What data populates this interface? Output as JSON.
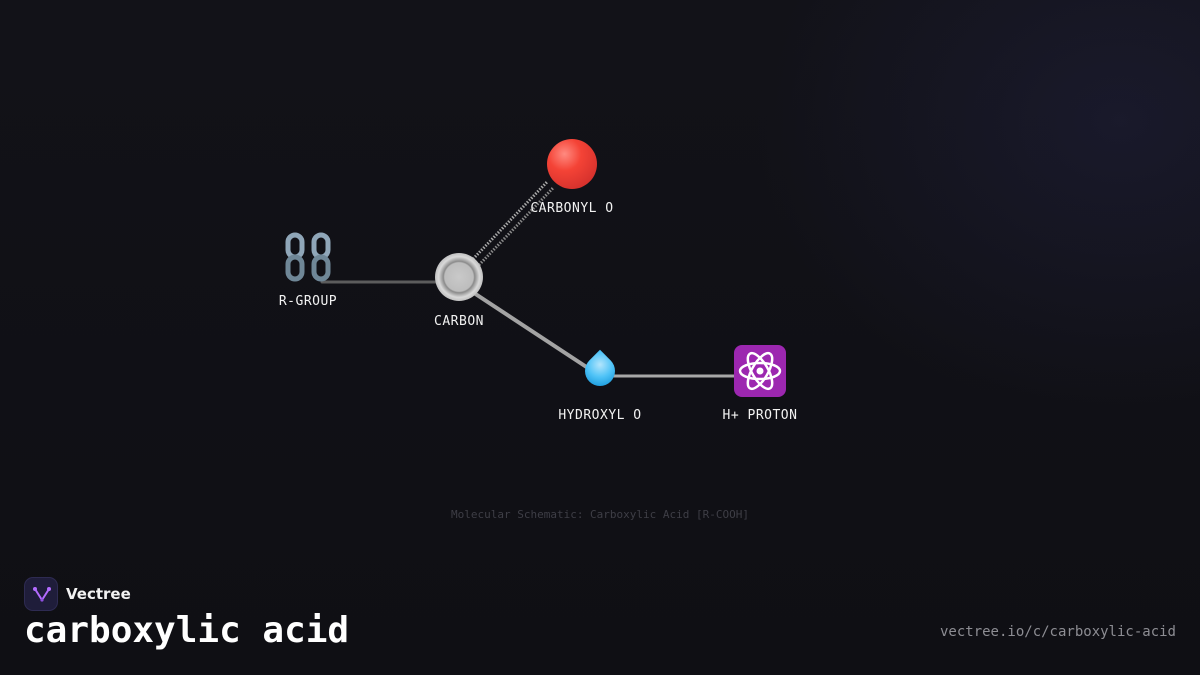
{
  "diagram": {
    "nodes": [
      {
        "id": "r_group",
        "label": "R-GROUP",
        "icon": "chain-icon"
      },
      {
        "id": "carbon",
        "label": "CARBON",
        "icon": "grey-circle-icon"
      },
      {
        "id": "carbonyl_o",
        "label": "CARBONYL O",
        "icon": "red-circle-icon"
      },
      {
        "id": "hydroxyl_o",
        "label": "HYDROXYL O",
        "icon": "droplet-icon"
      },
      {
        "id": "h_proton",
        "label": "H+ PROTON",
        "icon": "atom-icon"
      }
    ],
    "edges": [
      {
        "from": "r_group",
        "to": "carbon",
        "style": "single"
      },
      {
        "from": "carbon",
        "to": "carbonyl_o",
        "style": "double-dashed"
      },
      {
        "from": "carbon",
        "to": "hydroxyl_o",
        "style": "single"
      },
      {
        "from": "hydroxyl_o",
        "to": "h_proton",
        "style": "single"
      }
    ],
    "caption": "Molecular Schematic: Carboxylic Acid [R-COOH]"
  },
  "brand": {
    "name": "Vectree",
    "logo_icon": "vectree-logo-icon"
  },
  "title": "carboxylic acid",
  "url": "vectree.io/c/carboxylic-acid",
  "colors": {
    "background": "#111117",
    "bond": "#9a9a9a",
    "carbonyl": "#f44336",
    "hydroxyl": "#4fc3f7",
    "proton": "#9c27b0",
    "brand_accent": "#b36bff"
  }
}
